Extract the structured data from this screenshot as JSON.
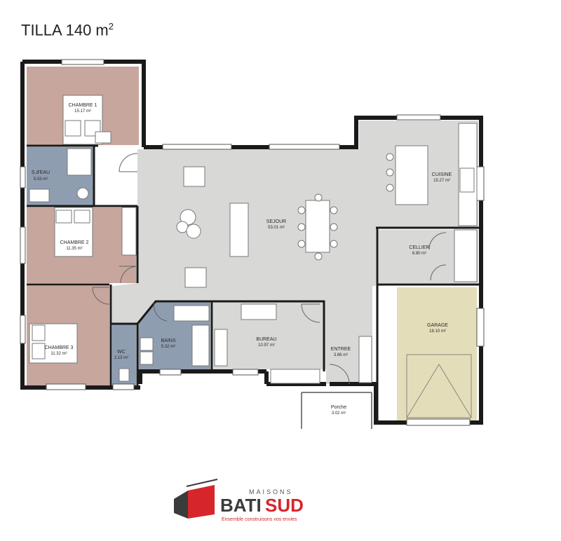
{
  "title": {
    "text": "TILLA 140 m",
    "sup": "2"
  },
  "colors": {
    "wall": "#1a1a1a",
    "bedroom": "#c7a69d",
    "bathroom": "#8f9db1",
    "living": "#d8d8d6",
    "garage": "#e3ddb9",
    "exterior": "#ffffff",
    "brand_red": "#d6252b",
    "brand_dark": "#3b3b3b"
  },
  "rooms": {
    "chambre1": {
      "name": "CHAMBRE 1",
      "area": "15.17 m²"
    },
    "sdeau": {
      "name": "S.d'EAU",
      "area": "5.03 m²"
    },
    "chambre2": {
      "name": "CHAMBRE 2",
      "area": "11.35 m²"
    },
    "chambre3": {
      "name": "CHAMBRE 3",
      "area": "11.32 m²"
    },
    "wc": {
      "name": "WC",
      "area": "2.13 m²"
    },
    "bains": {
      "name": "BAINS",
      "area": "5.32 m²"
    },
    "bureau": {
      "name": "BUREAU",
      "area": "10.97 m²"
    },
    "sejour": {
      "name": "SEJOUR",
      "area": "53.01 m²"
    },
    "cuisine": {
      "name": "CUISINE",
      "area": "15.27 m²"
    },
    "cellier": {
      "name": "CELLIER",
      "area": "6.80 m²"
    },
    "garage": {
      "name": "GARAGE",
      "area": "18.10 m²"
    },
    "entree": {
      "name": "ENTREE",
      "area": "3.66 m²"
    },
    "porche": {
      "name": "Porche",
      "area": "3.02 m²"
    }
  },
  "logo": {
    "small": "MAISONS",
    "part1": "BATI",
    "part2": "SUD",
    "tagline": "Ensemble construisons vos envies"
  }
}
